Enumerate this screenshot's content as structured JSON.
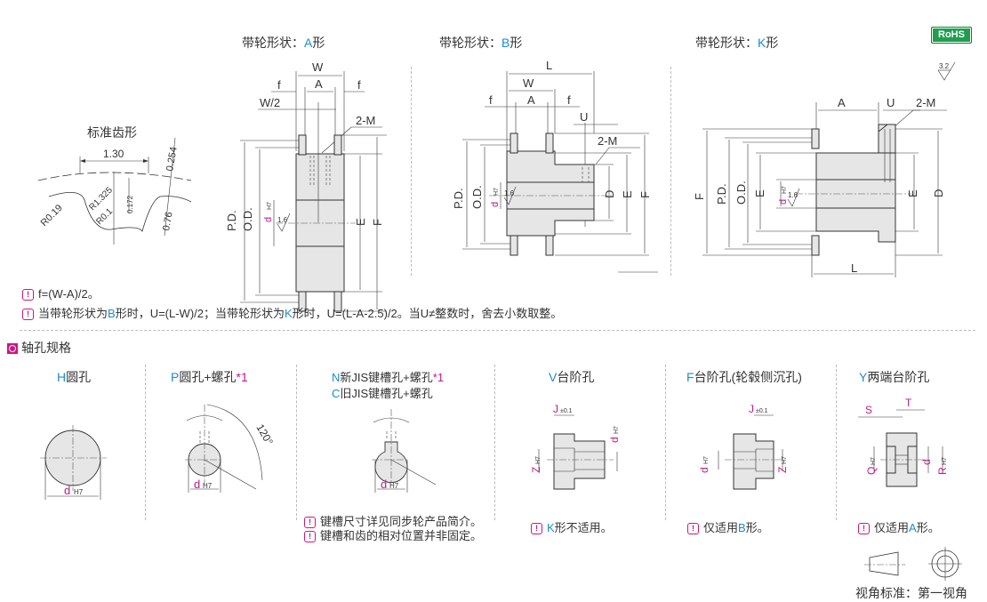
{
  "badges": {
    "rohs": "RoHS",
    "surface_finish": "3.2"
  },
  "tooth_profile": {
    "title": "标准齿形",
    "dims": {
      "pitch": "1.30",
      "d1": "0.254",
      "d2": "0.172",
      "d3": "0.76",
      "r1": "R0.19",
      "r2": "R1.325",
      "r3": "R0.1"
    }
  },
  "shapes": [
    {
      "prefix": "带轮形状：",
      "code": "A",
      "suffix": "形"
    },
    {
      "prefix": "带轮形状：",
      "code": "B",
      "suffix": "形"
    },
    {
      "prefix": "带轮形状：",
      "code": "K",
      "suffix": "形"
    }
  ],
  "dim_labels": {
    "W": "W",
    "A": "A",
    "f": "f",
    "W2": "W/2",
    "M": "2-M",
    "L": "L",
    "U": "U",
    "PD": "P.D.",
    "OD": "O.D.",
    "E": "E",
    "F": "F",
    "D": "D",
    "d": "d",
    "H7": "H7",
    "rough": "1.6"
  },
  "notes": [
    {
      "text": "f=(W-A)/2。"
    },
    {
      "parts": [
        "当带轮形状为",
        "B",
        "形时，U=(L-W)/2；当带轮形状为",
        "K",
        "形时，U=(L-A-2.5)/2。当U≠整数时，舍去小数取整。"
      ]
    }
  ],
  "section": {
    "title": "轴孔规格"
  },
  "bore_types": [
    {
      "code": "H",
      "name": "圆孔",
      "mark": ""
    },
    {
      "code": "P",
      "name": "圆孔+螺孔",
      "mark": "*1",
      "angle": "120°"
    },
    {
      "code": "N",
      "name": "新JIS键槽孔+螺孔",
      "mark": "*1",
      "code2": "C",
      "name2": "旧JIS键槽孔+螺孔",
      "notes": [
        "键槽尺寸详见同步轮产品简介。",
        "键槽和齿的相对位置并非固定。"
      ]
    },
    {
      "code": "V",
      "name": "台阶孔",
      "note_code": "K",
      "note_text": "形不适用。"
    },
    {
      "code": "F",
      "name": "台阶孔(轮毂侧沉孔)",
      "note_prefix": "仅适用",
      "note_code": "B",
      "note_text": "形。"
    },
    {
      "code": "Y",
      "name": "两端台阶孔",
      "note_prefix": "仅适用",
      "note_code": "A",
      "note_text": "形。"
    }
  ],
  "bore_dims": {
    "J": "J",
    "tol": "±0.1",
    "Z": "Z",
    "S": "S",
    "T": "T",
    "Q": "Q",
    "R": "R",
    "d": "d",
    "H7": "H7"
  },
  "projection": {
    "label": "视角标准：第一视角"
  },
  "icons": {
    "note": "!",
    "section": "circle"
  }
}
